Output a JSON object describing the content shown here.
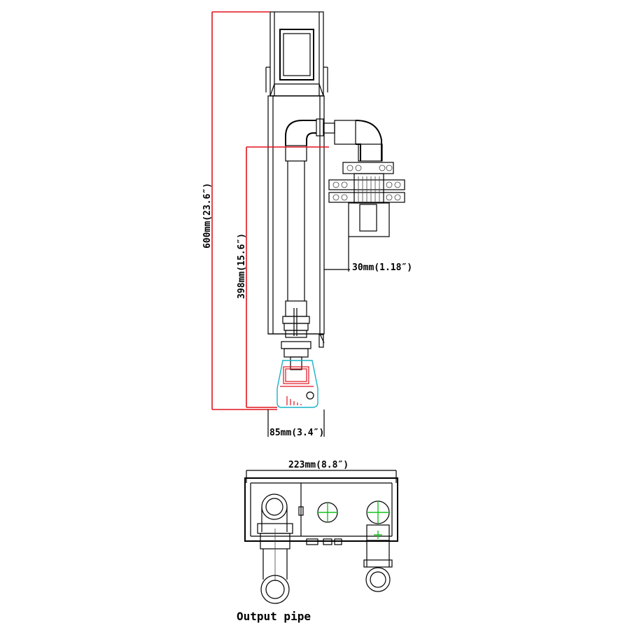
{
  "colors": {
    "outline": "#000000",
    "dimension_line": "#e0141e",
    "pump_outline": "#19b3c7",
    "center_mark": "#16c11e"
  },
  "dimensions": {
    "height_total": "600mm(23.6″)",
    "height_inner": "398mm(15.6″)",
    "offset": "30mm(1.18″)",
    "width_side": "85mm(3.4″)",
    "width_top": "223mm(8.8″)"
  },
  "labels": {
    "output_pipe": "Output pipe"
  }
}
